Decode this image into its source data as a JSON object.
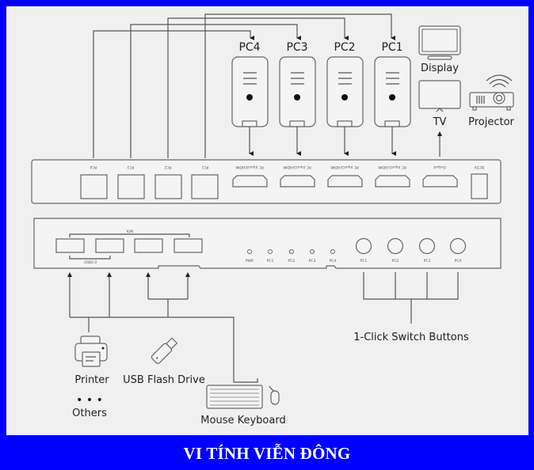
{
  "pcs": [
    {
      "label": "PC4"
    },
    {
      "label": "PC3"
    },
    {
      "label": "PC2"
    },
    {
      "label": "PC1"
    }
  ],
  "outputs": {
    "display": "Display",
    "tv": "TV",
    "projector": "Projector"
  },
  "rear_panel": {
    "usb_ports": [
      "PC4",
      "PC3",
      "PC2",
      "PC1"
    ],
    "hdmi_ports": [
      "PC Input4/HDMI",
      "PC Input3/HDMI",
      "PC Input2/HDMI",
      "PC Input1/HDMI"
    ],
    "output_port": "Output",
    "power_port": "DC5V"
  },
  "front_panel": {
    "km_label": "K/M",
    "usb_label": "USB2.0",
    "leds": [
      "PWR",
      "PC1",
      "PC2",
      "PC3",
      "PC4"
    ],
    "buttons": [
      "PC1",
      "PC2",
      "PC3",
      "PC4"
    ]
  },
  "peripherals": {
    "printer": "Printer",
    "usb_flash": "USB Flash Drive",
    "others_dots": "• • •",
    "others": "Others",
    "mouse_keyboard": "Mouse Keyboard"
  },
  "switch_buttons_label": "1-Click Switch Buttons",
  "footer": {
    "brand": "VI TÍNH VIỄN ĐÔNG"
  },
  "colors": {
    "frame": "#0000fe",
    "background": "#f1f0f1",
    "line": "#555555"
  }
}
